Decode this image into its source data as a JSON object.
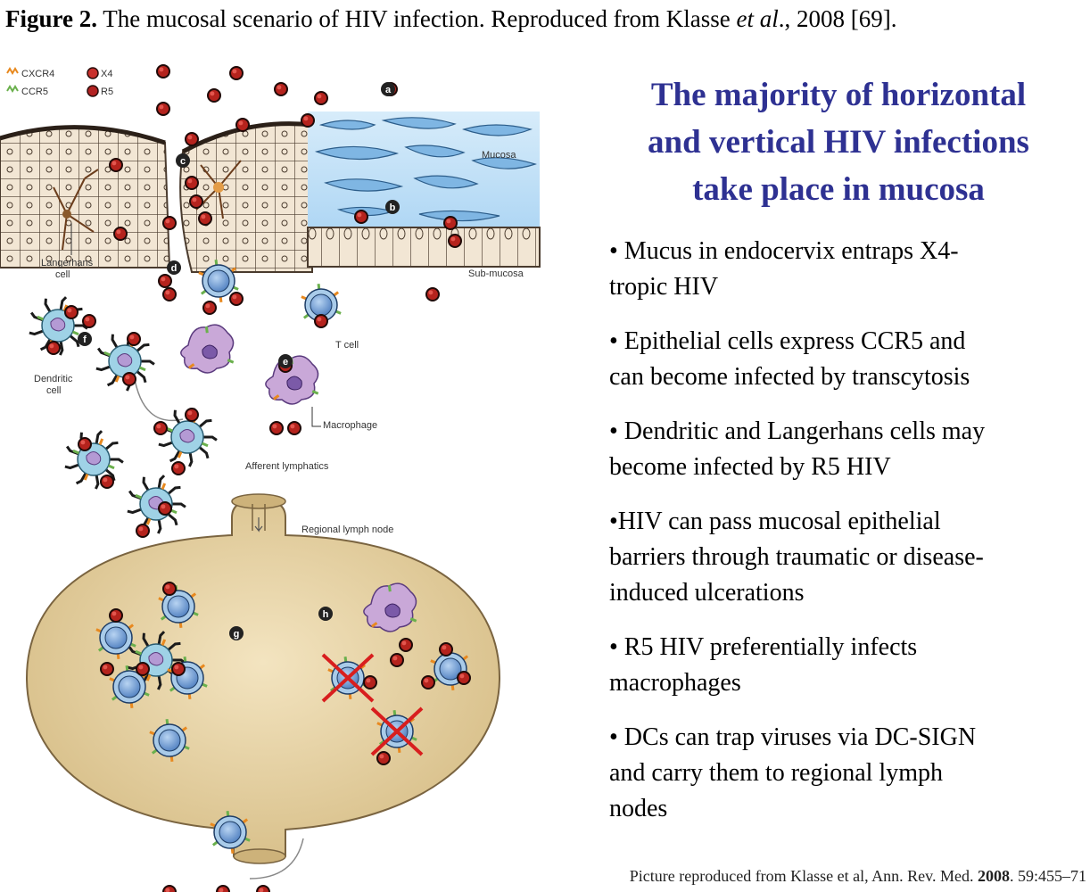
{
  "caption": {
    "label": "Figure 2.",
    "text_before": " The mucosal scenario of HIV infection. Reproduced from Klasse ",
    "italic": "et al",
    "text_after": "., 2008  [69]."
  },
  "diagram": {
    "legend": [
      {
        "label": "CXCR4",
        "swatch": "#e8891f"
      },
      {
        "label": "X4",
        "swatch": "#c9302c"
      },
      {
        "label": "CCR5",
        "swatch": "#6ab04c"
      },
      {
        "label": "R5",
        "swatch": "#b22222"
      }
    ],
    "labels": {
      "mucosa": "Mucosa",
      "sub_mucosa": "Sub-mucosa",
      "langerhans_line1": "Langerhans",
      "langerhans_line2": "cell",
      "t_cell": "T cell",
      "dendritic_line1": "Dendritic",
      "dendritic_line2": "cell",
      "macrophage": "Macrophage",
      "afferent": "Afferent lymphatics",
      "lymph_node": "Regional lymph node"
    },
    "letters": [
      "a",
      "b",
      "c",
      "d",
      "e",
      "f",
      "g",
      "h"
    ],
    "colors": {
      "virus": "#b5231d",
      "tcell": "#6f9fd6",
      "dendritic": "#9fd2e6",
      "macrophage": "#c9a8d8",
      "lymph": "#d9c290",
      "epithelium": "#f2e6d4",
      "mucus": "#8fc3ea"
    }
  },
  "slide": {
    "title_lines": [
      "The majority of horizontal",
      "and vertical HIV infections",
      "take place in mucosa"
    ],
    "bullets": [
      [
        "• Mucus in endocervix entraps X4-",
        "tropic HIV"
      ],
      [
        "• Epithelial cells express CCR5 and",
        "can become infected by transcytosis"
      ],
      [
        "• Dendritic and Langerhans cells may",
        "become infected by R5 HIV"
      ],
      [
        "•HIV can pass mucosal epithelial",
        "barriers through traumatic or disease-",
        "induced ulcerations"
      ],
      [
        "• R5 HIV preferentially infects",
        "macrophages"
      ],
      [
        "• DCs can trap viruses via DC-SIGN",
        "and  carry them to regional lymph",
        "nodes"
      ]
    ],
    "credit": {
      "text": "Picture reproduced from Klasse et al, Ann. Rev. Med. ",
      "year": "2008",
      "pages": ". 59:455–71"
    }
  }
}
